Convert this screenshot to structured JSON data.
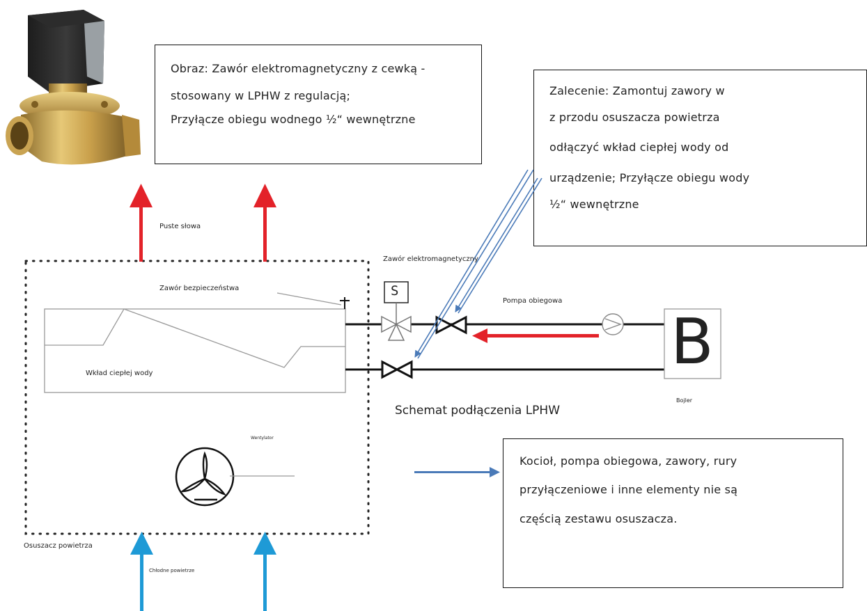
{
  "notes": {
    "image_box": [
      "Obraz: Zawór elektromagnetyczny z cewką -",
      "stosowany w LPHW z regulacją;",
      "Przyłącze obiegu wodnego ½“ wewnętrzne"
    ],
    "recommendation_box": [
      "Zalecenie: Zamontuj zawory w",
      "z przodu osuszacza powietrza",
      "odłączyć wkład ciepłej wody od",
      "urządzenie; Przyłącze obiegu wody",
      "½“ wewnętrzne"
    ],
    "scope_box": [
      "Kocioł, pompa obiegowa, zawory, rury",
      "przyłączeniowe i inne elementy nie są",
      "częścią zestawu osuszacza."
    ]
  },
  "labels": {
    "puste_slowa": "Puste słowa",
    "solenoid_valve": "Zawór elektromagnetyczny",
    "safety_valve": "Zawór bezpieczeństwa",
    "circulation_pump": "Pompa obiegowa",
    "hot_water_coil": "Wkład ciepłej wody",
    "diagram_title": "Schemat podłączenia LPHW",
    "boiler_label": "Bojler",
    "boiler_symbol": "B",
    "solenoid_symbol": "S",
    "fan": "Wentylator",
    "dehumidifier": "Osuszacz powietrza",
    "cool_air": "Chłodne powietrze"
  },
  "colors": {
    "hot_arrow": "#e32229",
    "cool_arrow": "#1e9ad6",
    "pointer_arrow": "#4a7ab8",
    "line": "#111111",
    "gray": "#8a8a8a"
  },
  "icons": {
    "valve_photo": "solenoid-valve-photo",
    "fan": "fan-icon",
    "pump": "pump-icon",
    "boiler": "boiler-icon"
  }
}
